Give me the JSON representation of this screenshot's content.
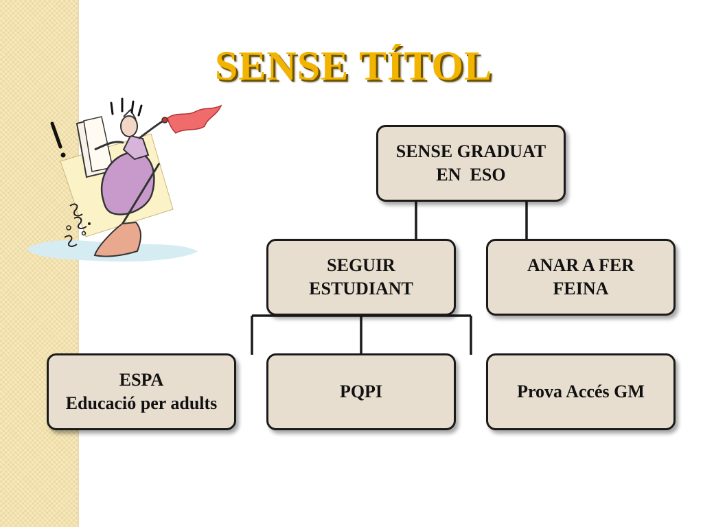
{
  "slide": {
    "title": "SENSE TÍTOL"
  },
  "diagram": {
    "root": {
      "line1": "SENSE GRADUAT",
      "line2": "EN  ESO"
    },
    "level2": [
      {
        "line1": "SEGUIR",
        "line2": "ESTUDIANT"
      },
      {
        "line1": "ANAR A FER",
        "line2": "FEINA"
      }
    ],
    "level3": [
      {
        "line1": "ESPA",
        "line2": "Educació per adults"
      },
      {
        "line1": "PQPI",
        "line2": ""
      },
      {
        "line1": "Prova Accés GM",
        "line2": ""
      }
    ]
  },
  "colors": {
    "title": "#f2b400",
    "box_fill": "#e8ded0",
    "box_border": "#1a1a1a",
    "side_band": "#f3e2ad"
  },
  "icons": {
    "clipart": "frustrated-cartoon-figure-with-broom-and-flag"
  }
}
